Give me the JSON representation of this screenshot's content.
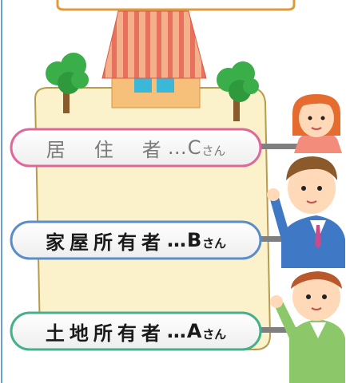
{
  "labels": [
    {
      "name": "C",
      "main_text": "居　住　者",
      "dots": "…",
      "letter": "C",
      "suffix": "さん",
      "border_color": "#e0679a",
      "text_color": "#7a7a7a"
    },
    {
      "name": "B",
      "main_text": "家屋所有者",
      "dots": "…",
      "letter": "B",
      "suffix": "さん",
      "border_color": "#5b8ec8",
      "text_color": "#1a1a1a"
    },
    {
      "name": "A",
      "main_text": "土地所有者",
      "dots": "…",
      "letter": "A",
      "suffix": "さん",
      "border_color": "#45b08c",
      "text_color": "#1a1a1a"
    }
  ],
  "colors": {
    "lot_fill": "#fbf2cc",
    "lot_border": "#b79b4e",
    "roof": "#f1a07a",
    "roof_stripe": "#e86a58",
    "house_wall": "#f7c07a",
    "window": "#3bb7d8",
    "tree_leaves": "#3aae48",
    "tree_trunk": "#8a5a2b",
    "connector": "#7f7f7f",
    "top_box_border": "#e09a3a"
  }
}
